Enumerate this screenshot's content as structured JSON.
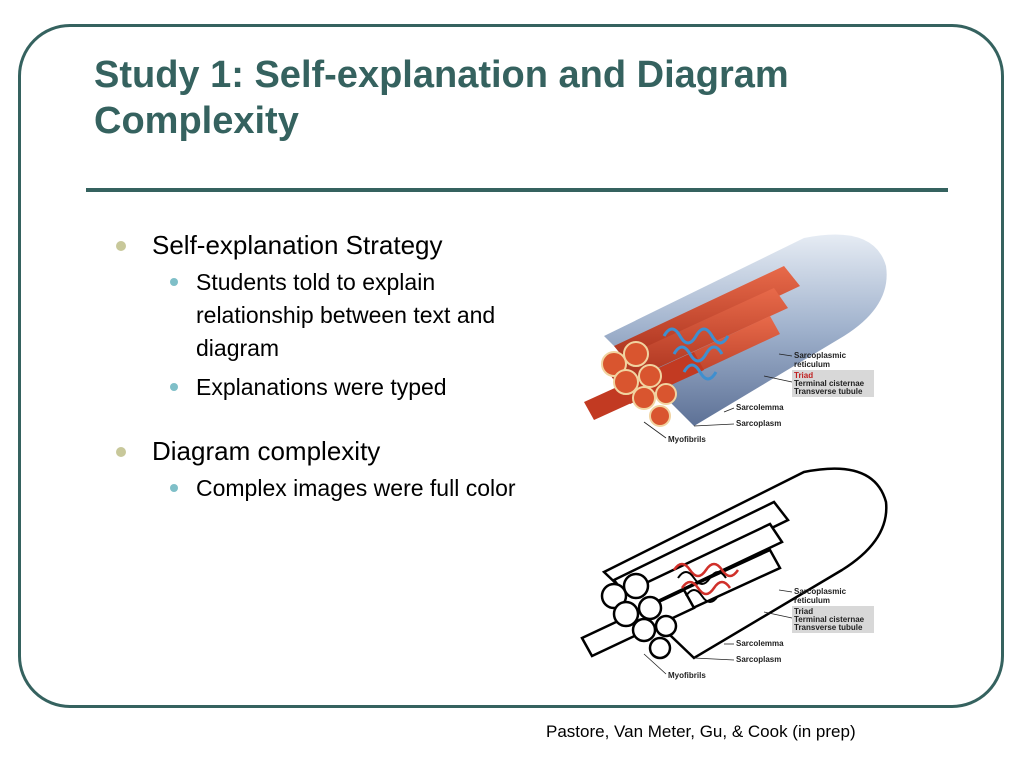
{
  "slide": {
    "title": "Study 1: Self-explanation and Diagram Complexity",
    "citation": "Pastore, Van Meter, Gu, & Cook (in prep)"
  },
  "bullets": [
    {
      "text": "Self-explanation Strategy",
      "sub": [
        "Students told to explain relationship between text and diagram",
        "Explanations were typed"
      ]
    },
    {
      "text": "Diagram complexity",
      "sub": [
        "Complex images were full color"
      ]
    }
  ],
  "figures": {
    "labels": {
      "sarcoplasmic": "Sarcoplasmic",
      "reticulum": "reticulum",
      "triad": "Triad",
      "terminal": "Terminal cisternae",
      "transverse": "Transverse tubule",
      "sarcolemma": "Sarcolemma",
      "sarcoplasm": "Sarcoplasm",
      "myofibrils": "Myofibrils"
    }
  },
  "colors": {
    "accent": "#35625f",
    "bullet_main": "#c8c89a",
    "bullet_sub": "#7fbfc8",
    "muscle_red": "#d2472a",
    "tubule_blue": "#3f8fcf"
  }
}
